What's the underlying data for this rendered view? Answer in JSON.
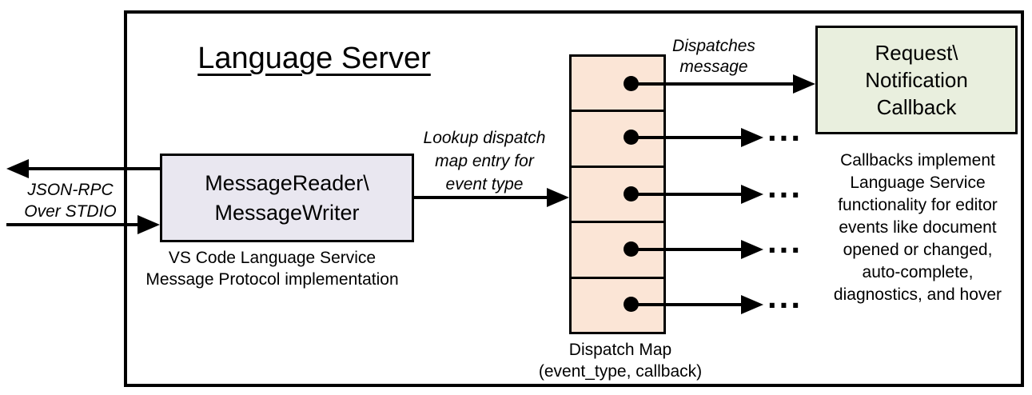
{
  "title": "Language Server",
  "io": {
    "label_line1": "JSON-RPC",
    "label_line2": "Over STDIO"
  },
  "message_box": {
    "line1": "MessageReader\\",
    "line2": "MessageWriter"
  },
  "message_caption": {
    "line1": "VS Code Language Service",
    "line2": "Message Protocol implementation"
  },
  "lookup_label": {
    "line1": "Lookup dispatch",
    "line2": "map entry for",
    "line3": "event type"
  },
  "dispatches_label": {
    "line1": "Dispatches",
    "line2": "message"
  },
  "dispatch_map": {
    "cells": 5,
    "caption_line1": "Dispatch Map",
    "caption_line2": "(event_type, callback)"
  },
  "callback_box": {
    "line1": "Request\\",
    "line2": "Notification",
    "line3": "Callback"
  },
  "callback_caption": {
    "lines": [
      "Callbacks implement",
      "Language Service",
      "functionality for editor",
      "events like document",
      "opened or changed,",
      "auto-complete,",
      "diagnostics, and hover"
    ]
  },
  "ellipsis": "...",
  "colors": {
    "message_box_fill": "#e9e7f0",
    "dispatch_cell_fill": "#fbe5d6",
    "callback_box_fill": "#e9efde",
    "line": "#000000"
  }
}
